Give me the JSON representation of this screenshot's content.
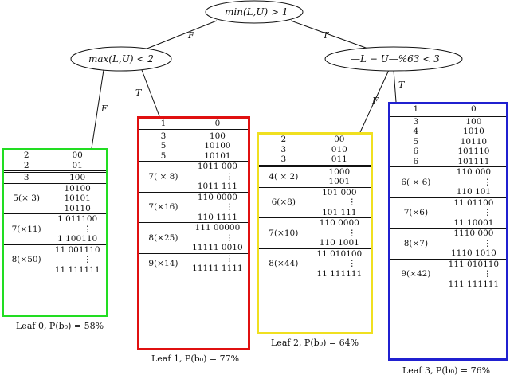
{
  "root": {
    "label": "min(L,U) > 1"
  },
  "left": {
    "label": "max(L,U) < 2"
  },
  "right": {
    "label": "—L − U—%63 < 3"
  },
  "edges": {
    "f": "F",
    "t": "T"
  },
  "leaf0": {
    "caption": "Leaf 0, P(b₀) = 58%",
    "color": "#22dd22",
    "rows": [
      {
        "type": "plain",
        "a": "2",
        "b": "00"
      },
      {
        "type": "plain",
        "a": "2",
        "b": "01"
      },
      {
        "type": "dbl",
        "a": "3",
        "b": "100"
      },
      {
        "type": "block",
        "label": "5(× 3)",
        "vals": [
          "10100",
          "10101",
          "10110"
        ]
      },
      {
        "type": "block",
        "label": "7(×11)",
        "vals": [
          "1 011100",
          "⋮",
          "1 100110"
        ]
      },
      {
        "type": "block",
        "label": "8(×50)",
        "vals": [
          "11 001110",
          "⋮",
          "11 111111"
        ]
      }
    ]
  },
  "leaf1": {
    "caption": "Leaf 1, P(b₀) = 77%",
    "color": "#e01010",
    "header": {
      "a": "1",
      "b": "0"
    },
    "rows": [
      {
        "type": "dbl",
        "a": "3",
        "b": "100"
      },
      {
        "type": "plain",
        "a": "5",
        "b": "10100"
      },
      {
        "type": "plain",
        "a": "5",
        "b": "10101"
      },
      {
        "type": "block",
        "label": "7( × 8)",
        "vals": [
          "1011 000",
          "⋮",
          "1011 111"
        ]
      },
      {
        "type": "block",
        "label": "7(×16)",
        "vals": [
          "110 0000",
          "⋮",
          "110 1111"
        ]
      },
      {
        "type": "block",
        "label": "8(×25)",
        "vals": [
          "111 00000",
          "⋮",
          "11111 0010"
        ]
      },
      {
        "type": "block",
        "label": "9(×14)",
        "vals": [
          "⋮",
          "11111 1111"
        ]
      }
    ]
  },
  "leaf2": {
    "caption": "Leaf 2, P(b₀) = 64%",
    "color": "#f0e020",
    "rows": [
      {
        "type": "plain",
        "a": "2",
        "b": "00"
      },
      {
        "type": "plain",
        "a": "3",
        "b": "010"
      },
      {
        "type": "plain",
        "a": "3",
        "b": "011"
      },
      {
        "type": "blockdbl",
        "label": "4( × 2)",
        "vals": [
          "1000",
          "1001"
        ]
      },
      {
        "type": "block",
        "label": "6(×8)",
        "vals": [
          "101 000",
          "⋮",
          "101 111"
        ]
      },
      {
        "type": "block",
        "label": "7(×10)",
        "vals": [
          "110 0000",
          "⋮",
          "110 1001"
        ]
      },
      {
        "type": "block",
        "label": "8(×44)",
        "vals": [
          "11 010100",
          "⋮",
          "11 111111"
        ]
      }
    ]
  },
  "leaf3": {
    "caption": "Leaf 3, P(b₀) = 76%",
    "color": "#2020d0",
    "header": {
      "a": "1",
      "b": "0"
    },
    "rows": [
      {
        "type": "dbl",
        "a": "3",
        "b": "100"
      },
      {
        "type": "plain",
        "a": "4",
        "b": "1010"
      },
      {
        "type": "plain",
        "a": "5",
        "b": "10110"
      },
      {
        "type": "plain",
        "a": "6",
        "b": "101110"
      },
      {
        "type": "plain",
        "a": "6",
        "b": "101111"
      },
      {
        "type": "block",
        "label": "6( × 6)",
        "vals": [
          "110 000",
          "⋮",
          "110 101"
        ]
      },
      {
        "type": "block",
        "label": "7(×6)",
        "vals": [
          "11 01100",
          "⋮",
          "11 10001"
        ]
      },
      {
        "type": "block",
        "label": "8(×7)",
        "vals": [
          "1110 000",
          "⋮",
          "1110 1010"
        ]
      },
      {
        "type": "block",
        "label": "9(×42)",
        "vals": [
          "111 010110",
          "⋮",
          "111 111111"
        ]
      }
    ]
  }
}
